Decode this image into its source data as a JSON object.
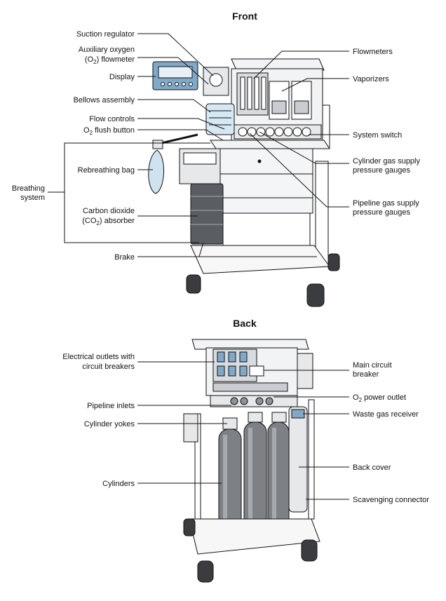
{
  "front": {
    "title": "Front",
    "labels": {
      "suction_regulator": "Suction regulator",
      "aux_o2_line1": "Auxiliary oxygen",
      "aux_o2_line2_pre": "(O",
      "aux_o2_line2_sub": "2",
      "aux_o2_line2_post": ") flowmeter",
      "display": "Display",
      "bellows_assembly": "Bellows assembly",
      "flow_controls": "Flow controls",
      "o2_flush_pre": "O",
      "o2_flush_sub": "2",
      "o2_flush_post": " flush button",
      "breathing_system_line1": "Breathing",
      "breathing_system_line2": "system",
      "rebreathing_bag": "Rebreathing bag",
      "co2_line1": "Carbon dioxide",
      "co2_line2_pre": "(CO",
      "co2_line2_sub": "2",
      "co2_line2_post": ") absorber",
      "brake": "Brake",
      "flowmeters": "Flowmeters",
      "vaporizers": "Vaporizers",
      "system_switch": "System switch",
      "cylinder_gauges_line1": "Cylinder gas supply",
      "cylinder_gauges_line2": "pressure gauges",
      "pipeline_gauges_line1": "Pipeline gas supply",
      "pipeline_gauges_line2": "pressure gauges"
    }
  },
  "back": {
    "title": "Back",
    "labels": {
      "outlets_line1": "Electrical outlets with",
      "outlets_line2": "circuit breakers",
      "pipeline_inlets": "Pipeline inlets",
      "cylinder_yokes": "Cylinder yokes",
      "cylinders": "Cylinders",
      "main_breaker_line1": "Main circuit",
      "main_breaker_line2": "breaker",
      "o2_outlet_pre": "O",
      "o2_outlet_sub": "2",
      "o2_outlet_post": " power outlet",
      "waste_gas_receiver": "Waste gas receiver",
      "back_cover": "Back cover",
      "scavenging_connector": "Scavenging connector"
    }
  },
  "colors": {
    "outline": "#111111",
    "panel": "#f2f3f4",
    "panel_dark": "#c9ccd0",
    "metal": "#8e9296",
    "cylinder": "#7d8186",
    "cylinder_light": "#a6a9ad",
    "display_blue": "#7fa9c9",
    "bag_blue": "#cfe2ef",
    "bellows_blue": "#d6e8f4",
    "absorber": "#5a5d61",
    "wheel": "#3a3c3f"
  }
}
